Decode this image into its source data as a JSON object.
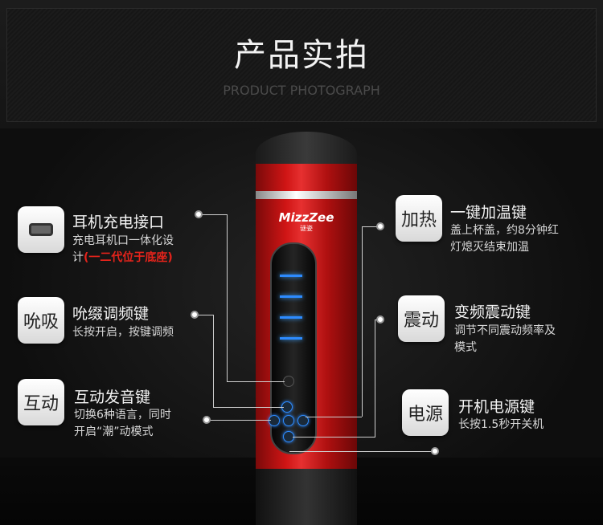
{
  "header": {
    "title": "产品实拍",
    "subtitle": "PRODUCT PHOTOGRAPH"
  },
  "device": {
    "logo": "MizzZee",
    "logo_sub": "谜姿"
  },
  "callouts": {
    "charge_port": {
      "title": "耳机充电接口",
      "desc1": "充电耳机口一体化设",
      "desc2_prefix": "计",
      "desc2_red": "(一二代位于底座)"
    },
    "suck": {
      "badge": "吮吸",
      "title": "吮缀调频键",
      "desc": "长按开启，按键调频"
    },
    "interact": {
      "badge": "互动",
      "title": "互动发音键",
      "desc1": "切换6种语言，同时",
      "desc2": "开启“潮”动模式"
    },
    "heat": {
      "badge": "加热",
      "title": "一键加温键",
      "desc1": "盖上杯盖，约8分钟红",
      "desc2": "灯熄灭结束加温"
    },
    "vibrate": {
      "badge": "震动",
      "title": "变频震动键",
      "desc1": "调节不同震动频率及",
      "desc2": "模式"
    },
    "power": {
      "badge": "电源",
      "title": "开机电源键",
      "desc": "长按1.5秒开关机"
    }
  },
  "colors": {
    "accent_red": "#e4231b",
    "led_blue": "#2d8bff",
    "device_red": "#d01515"
  },
  "icons": {
    "usb": "usb-port-icon"
  }
}
